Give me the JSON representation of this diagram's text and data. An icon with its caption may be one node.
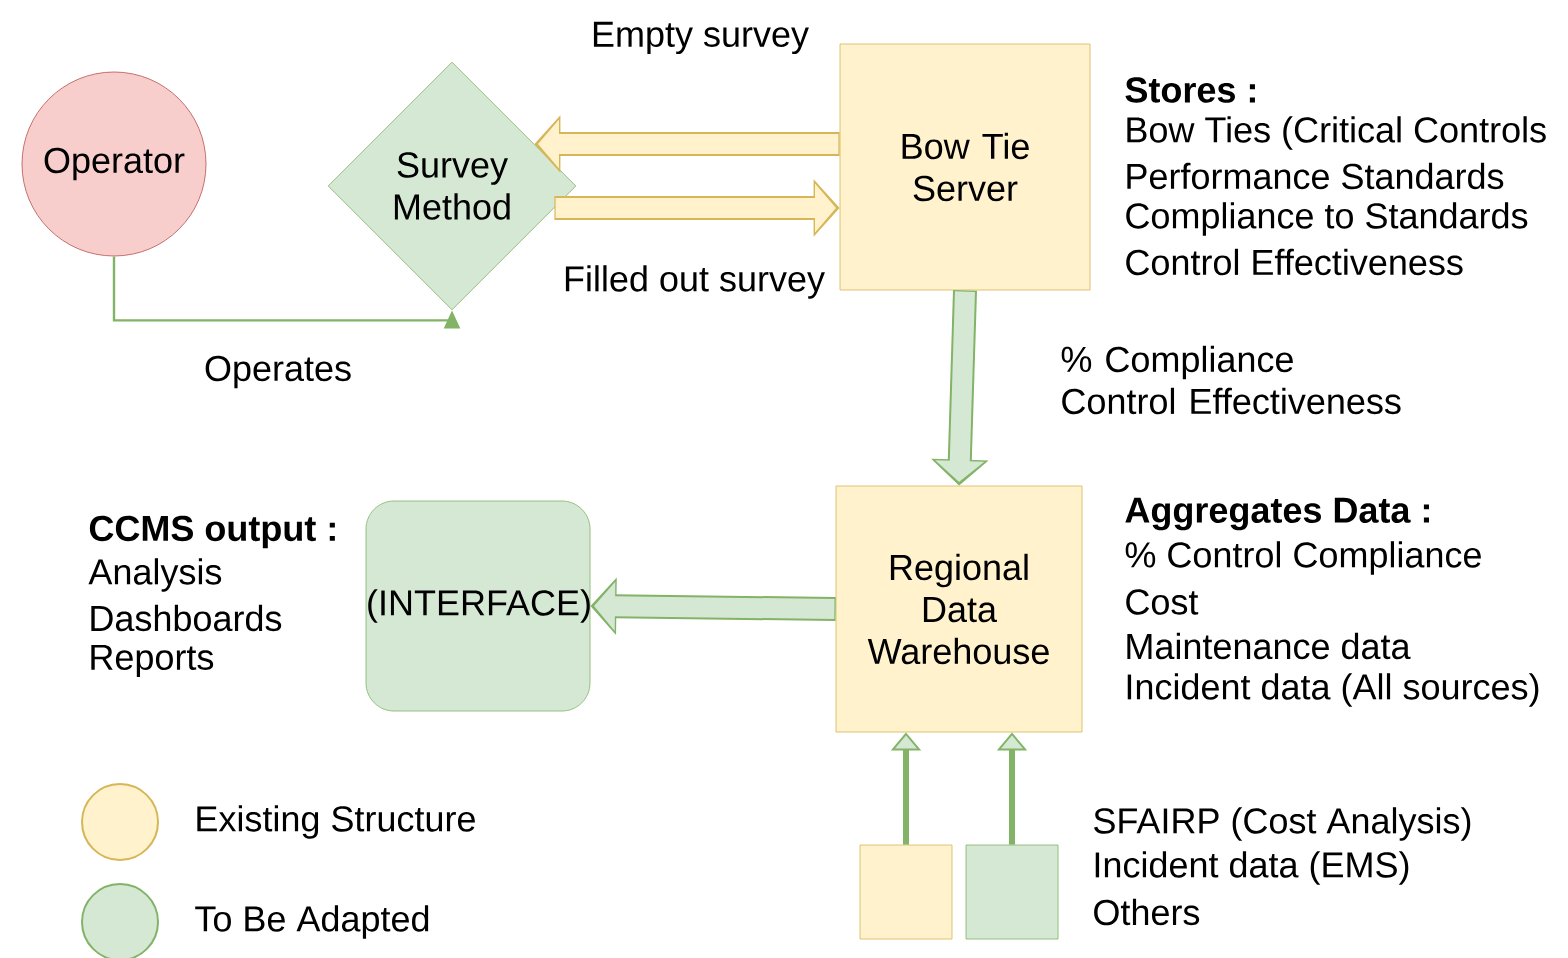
{
  "diagram": {
    "nodes": [
      {
        "text": [
          "Operator"
        ]
      },
      {
        "text": [
          "Survey Method"
        ]
      },
      {
        "text": [
          "Bow Tie Server"
        ],
        "beside": [
          "Stores :",
          "Bow Ties (Critical Controls",
          "Performance Standards",
          "Compliance to Standards",
          "Control Effectiveness"
        ]
      },
      {
        "text": [
          "Regional Data Warehouse"
        ],
        "beside": [
          "Aggregates Data :",
          "% Control Compliance",
          "Cost",
          "Maintenance data",
          "Incident data (All sources)"
        ]
      },
      {
        "text": [
          "(INTERFACE)"
        ],
        "beside": [
          "CCMS output :",
          "Analysis",
          "Dashboards",
          "Reports"
        ]
      },
      {
        "text": [],
        "shape": "box"
      },
      {
        "text": [],
        "shape": "box",
        "beside": [
          "SFAIRP (Cost Analysis)",
          "Incident data (EMS)",
          "Others"
        ]
      }
    ],
    "edges": [
      {
        "from": 0,
        "to": 1,
        "arrow": "to",
        "label": "Operates"
      },
      {
        "from": 2,
        "to": 1,
        "arrow": "to",
        "label": "Empty survey",
        "color": "#d6b656"
      },
      {
        "from": 1,
        "to": 2,
        "arrow": "to",
        "label": "Filled out survey",
        "color": "#d6b656"
      },
      {
        "from": 2,
        "to": 3,
        "arrow": "to",
        "label": "% Compliance Control Effectiveness"
      },
      {
        "from": 3,
        "to": 4,
        "arrow": "to"
      },
      {
        "from": 5,
        "to": 3,
        "arrow": "to"
      },
      {
        "from": 6,
        "to": 3,
        "arrow": "to"
      }
    ],
    "legend": [
      {
        "text": "Existing Structure",
        "color": "#fff2cc"
      },
      {
        "text": "To Be Adapted",
        "color": "#d5e8d4"
      }
    ]
  }
}
